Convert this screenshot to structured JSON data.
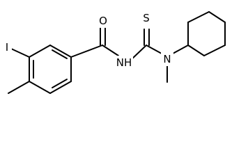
{
  "molecule": {
    "atoms": {
      "iodine": "I",
      "carbonyl_oxygen": "O",
      "amide_nitrogen": "NH",
      "thione_sulfur": "S",
      "amine_nitrogen": "N"
    }
  }
}
